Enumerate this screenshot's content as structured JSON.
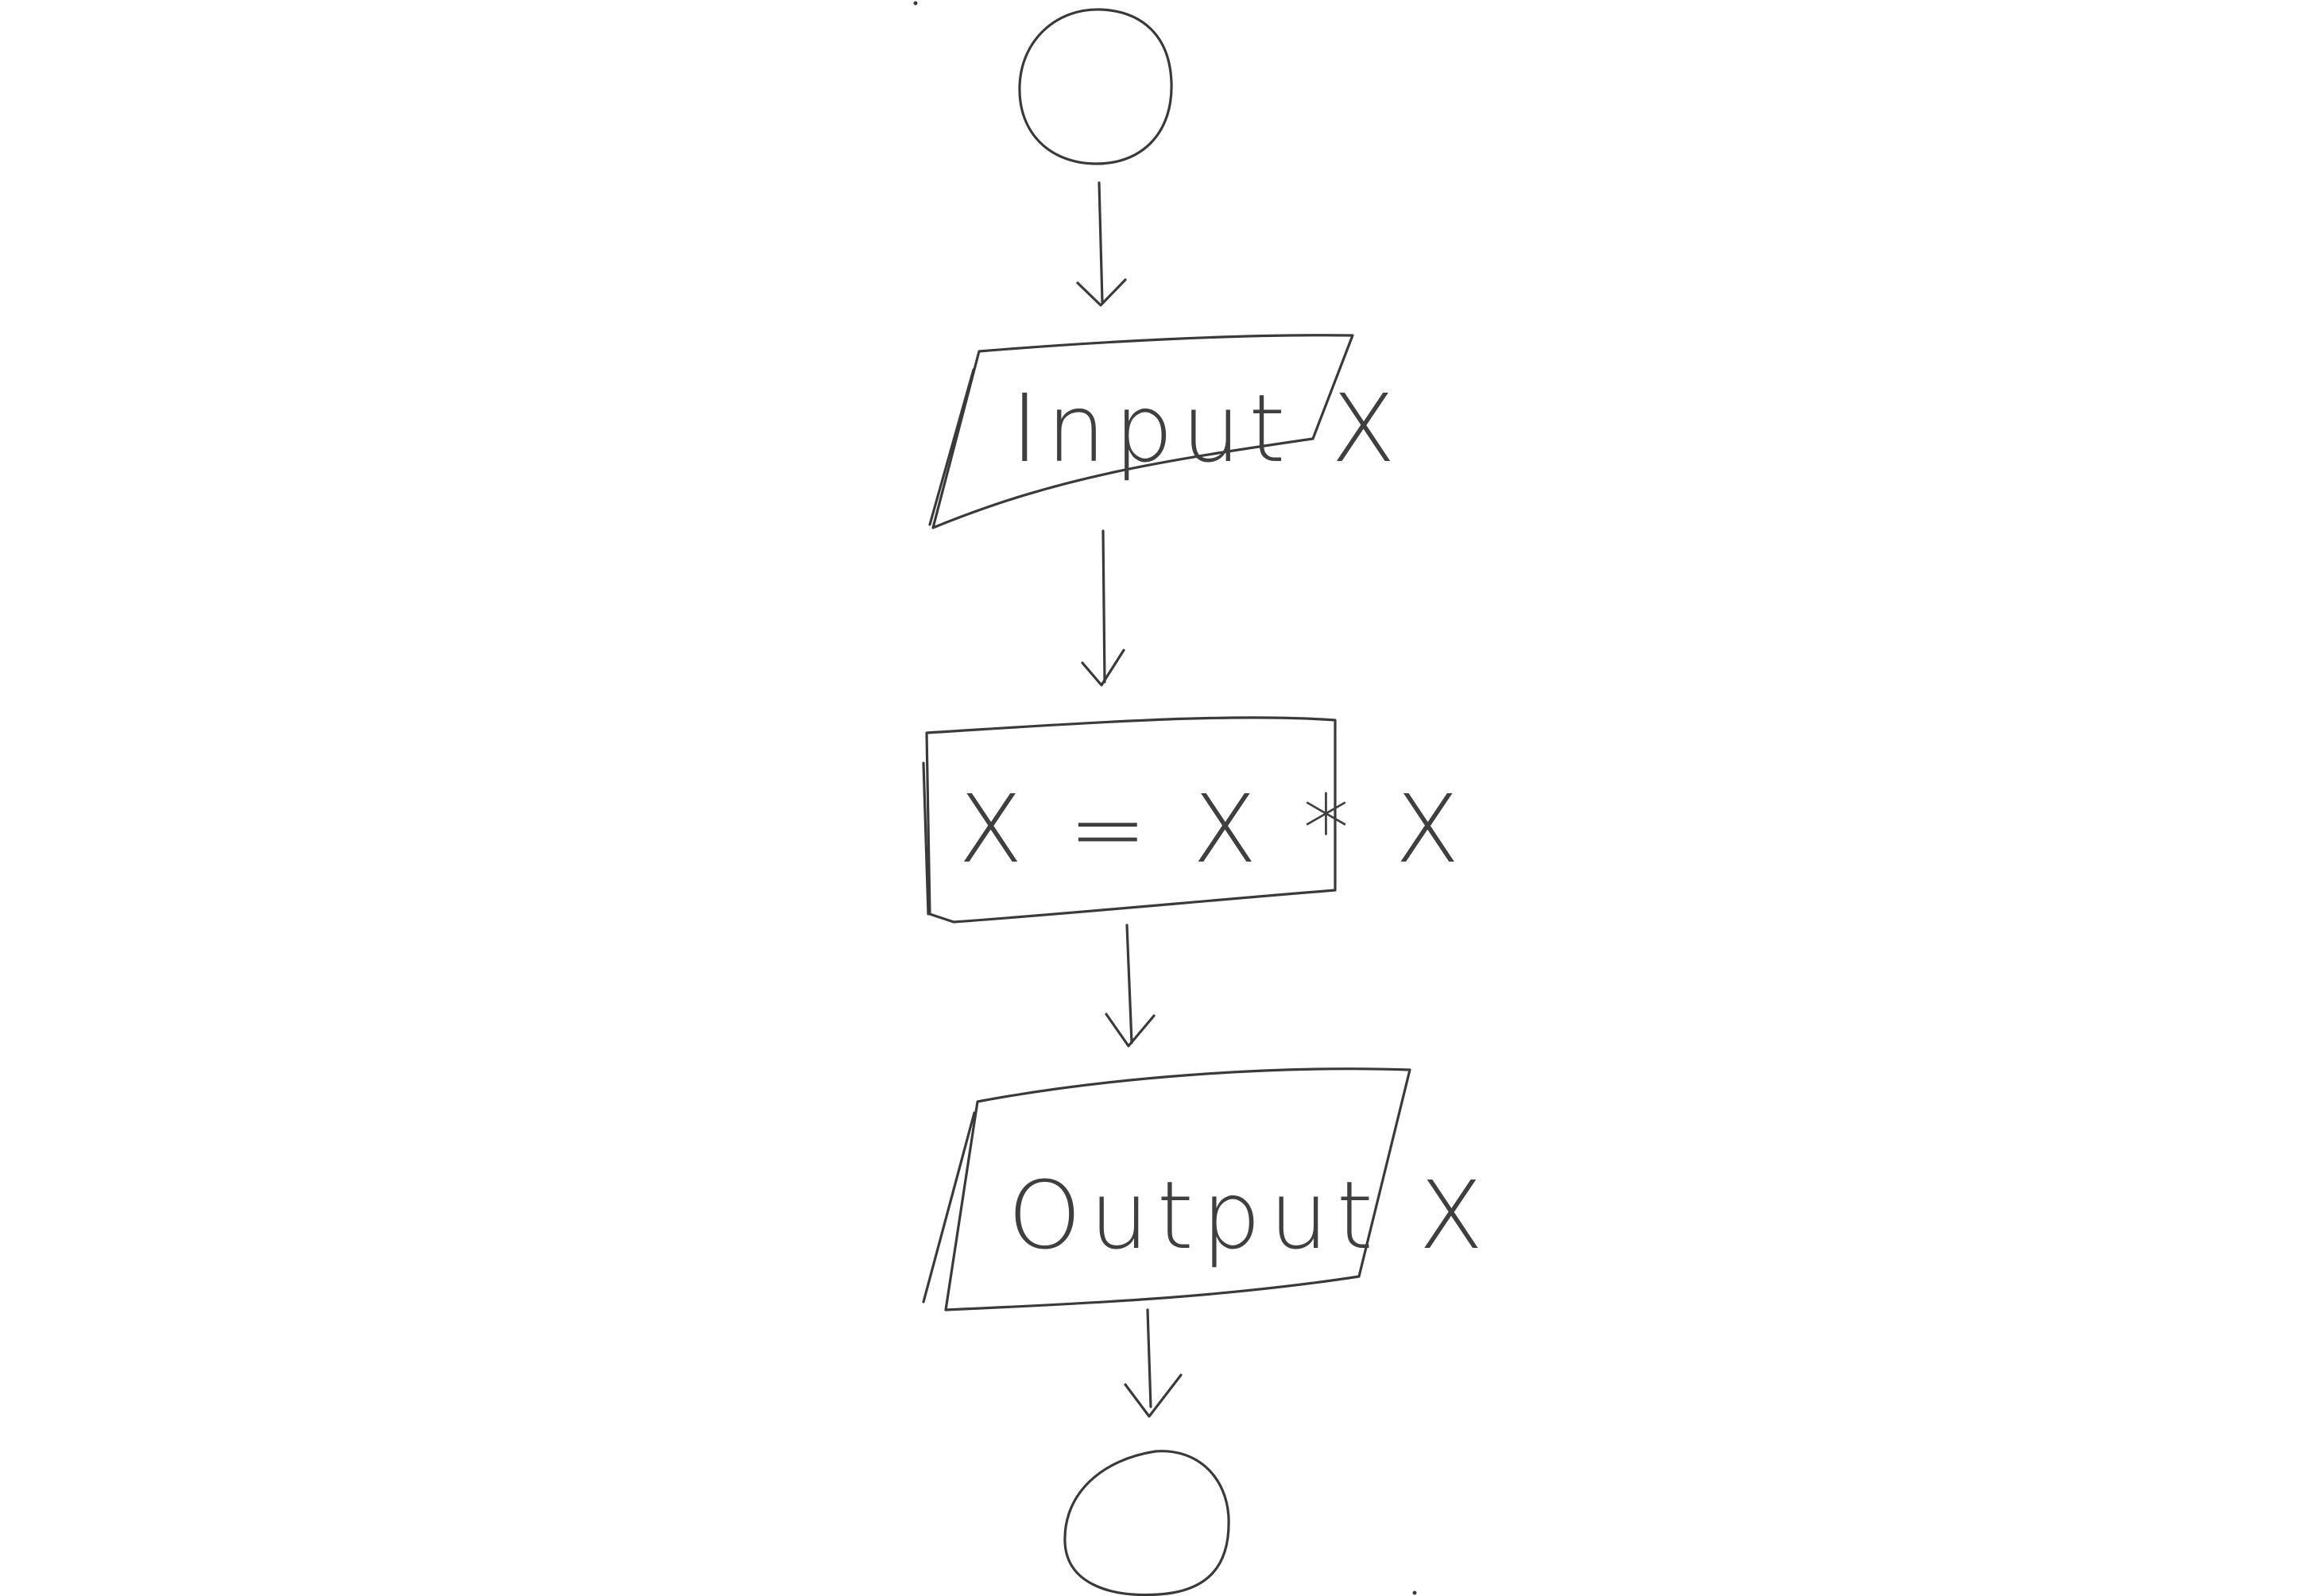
{
  "nodes": {
    "input": {
      "label": "Input X"
    },
    "process": {
      "label": "X = X * X"
    },
    "output": {
      "label": "Output X"
    }
  },
  "colors": {
    "stroke": "#3a3a3a",
    "background": "#ffffff"
  }
}
